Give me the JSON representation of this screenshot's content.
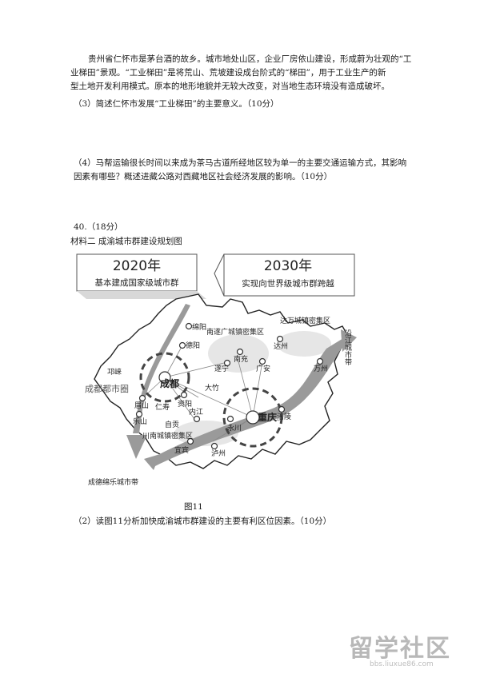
{
  "passage": {
    "line1": "贵州省仁怀市是茅台酒的故乡。城市地处山区，企业厂房依山建设，形成蔚为壮观的“工",
    "line2": "业梯田”景观。“工业梯田”是将荒山、荒坡建设成台阶式的“梯田”，用于工业生产的新",
    "line3": "型土地开发利用模式。原本的地形地貌并无较大改变，对当地生态环境没有造成破坏。"
  },
  "questions": {
    "q3": "（3）简述仁怀市发展“工业梯田”的主要意义。（10分）",
    "q4_line1": "（4）马帮运输很长时间以来成为茶马古道所经地区较为单一的主要交通运输方式，其影响",
    "q4_line2": "因素有哪些？概述进藏公路对西藏地区社会经济发展的影响。（10分）",
    "q40": "40.（18分）",
    "material": "材料二  成渝城市群建设规划图",
    "q2": "（2）读图11分析加快成渝城市群建设的主要有利区位因素。（10分）"
  },
  "map": {
    "box2020_year": "2020年",
    "box2020_text": "基本建成国家级城市群",
    "box2030_year": "2030年",
    "box2030_text": "实现向世界级城市群跨越",
    "caption": "图11",
    "labels": {
      "chengdu": "成都",
      "chongqing": "重庆",
      "chengdu_circle": "成都都市圈",
      "nan_sui_guang": "南遂广城镇密集区",
      "da_wan": "达万城镇密集区",
      "chuan_nan": "川南城镇密集区",
      "yanjiang": "沿江城市带",
      "cheng_de_mian_le": "成德绵乐城市带",
      "mianyang": "绵阳",
      "deyang": "德阳",
      "ziyang": "资阳",
      "meishan": "眉山",
      "leshan": "乐山",
      "renshou": "仁寿",
      "neijiang": "内江",
      "zigong": "自贡",
      "yibin": "宜宾",
      "luzhou": "泸州",
      "yongchuan": "永川",
      "suining": "遂宁",
      "nanchong": "南充",
      "guangan": "广安",
      "dazhou": "达州",
      "wanzhou": "万州",
      "fuling": "涪陵",
      "ya_an": "邛崃",
      "dayi": "大竹"
    }
  },
  "watermark": {
    "logo": "留学社区",
    "url": "bbs.liuxue86.com"
  }
}
